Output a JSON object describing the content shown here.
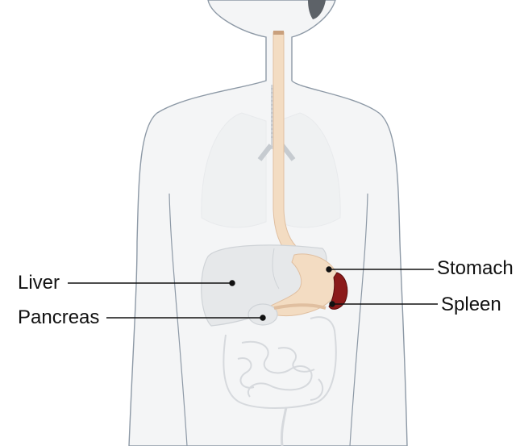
{
  "labels": {
    "liver": "Liver",
    "pancreas": "Pancreas",
    "stomach": "Stomach",
    "spleen": "Spleen"
  },
  "colors": {
    "skin_fill": "#f4f5f6",
    "body_outline": "#8d99a6",
    "head_fill": "#5d6268",
    "esophagus": "#f3dcc2",
    "esophagus_outline": "#e0bfa0",
    "trachea": "#c6cbd0",
    "organ_gray": "#e6e8ea",
    "organ_outline": "#cfd3d7",
    "spleen": "#8b1a1a",
    "spleen_dark": "#5a0c0c",
    "pointer": "#111111"
  }
}
